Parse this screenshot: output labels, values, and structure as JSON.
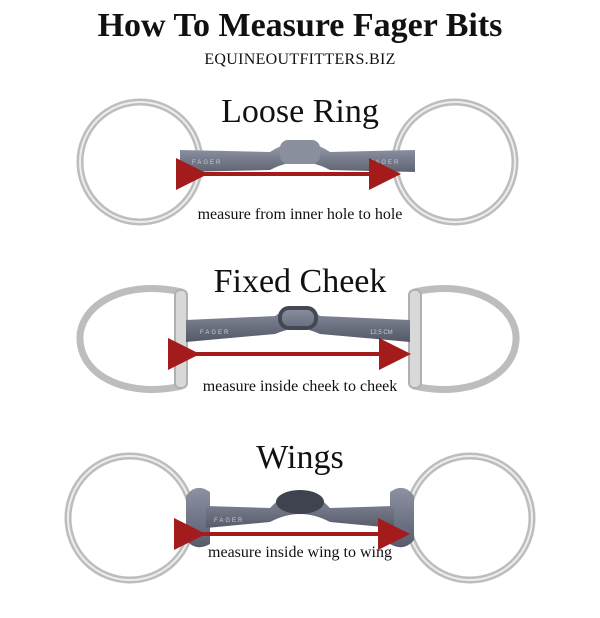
{
  "header": {
    "title": "How To Measure Fager Bits",
    "website": "EQUINEOUTFITTERS.BIZ"
  },
  "sections": [
    {
      "title": "Loose Ring",
      "caption": "measure from inner hole to hole",
      "engraving_left": "FAGER",
      "engraving_right": "FAGER"
    },
    {
      "title": "Fixed Cheek",
      "caption": "measure inside cheek to cheek",
      "engraving_left": "FAGER",
      "engraving_right": "12,5 CM"
    },
    {
      "title": "Wings",
      "caption": "measure inside wing to wing",
      "engraving_left": "FAGER",
      "engraving_right": ""
    }
  ],
  "colors": {
    "arrow": "#a31b1b",
    "mouthpiece": "#7c8191",
    "ring": "#c8c8c8"
  }
}
